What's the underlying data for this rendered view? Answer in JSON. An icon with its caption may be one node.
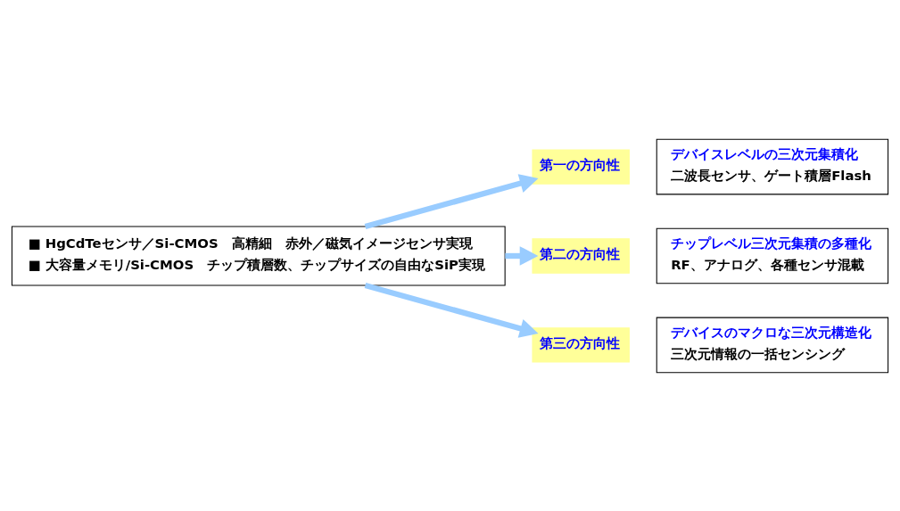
{
  "diagram": {
    "nodes": [
      {
        "text": [
          "■ HgCdTeセンサ／Si-CMOS　高精細　赤外／磁気イメージセンサ実現",
          "■ 大容量メモリ/Si-CMOS　チップ積層数、チップサイズの自由なSiP実現"
        ]
      },
      {
        "text": [
          "第一の方向性"
        ]
      },
      {
        "text": [
          "デバイスレベルの三次元集積化",
          "二波長センサ、ゲート積層Flash"
        ]
      },
      {
        "text": [
          "第二の方向性"
        ]
      },
      {
        "text": [
          "チップレベル三次元集積の多種化",
          "RF、アナログ、各種センサ混載"
        ]
      },
      {
        "text": [
          "第三の方向性"
        ]
      },
      {
        "text": [
          "デバイスのマクロな三次元構造化",
          "三次元情報の一括センシング"
        ]
      }
    ],
    "edges": [
      {
        "from": 0,
        "to": 1,
        "arrow": "to"
      },
      {
        "from": 0,
        "to": 3,
        "arrow": "to"
      },
      {
        "from": 0,
        "to": 5,
        "arrow": "to"
      }
    ]
  }
}
